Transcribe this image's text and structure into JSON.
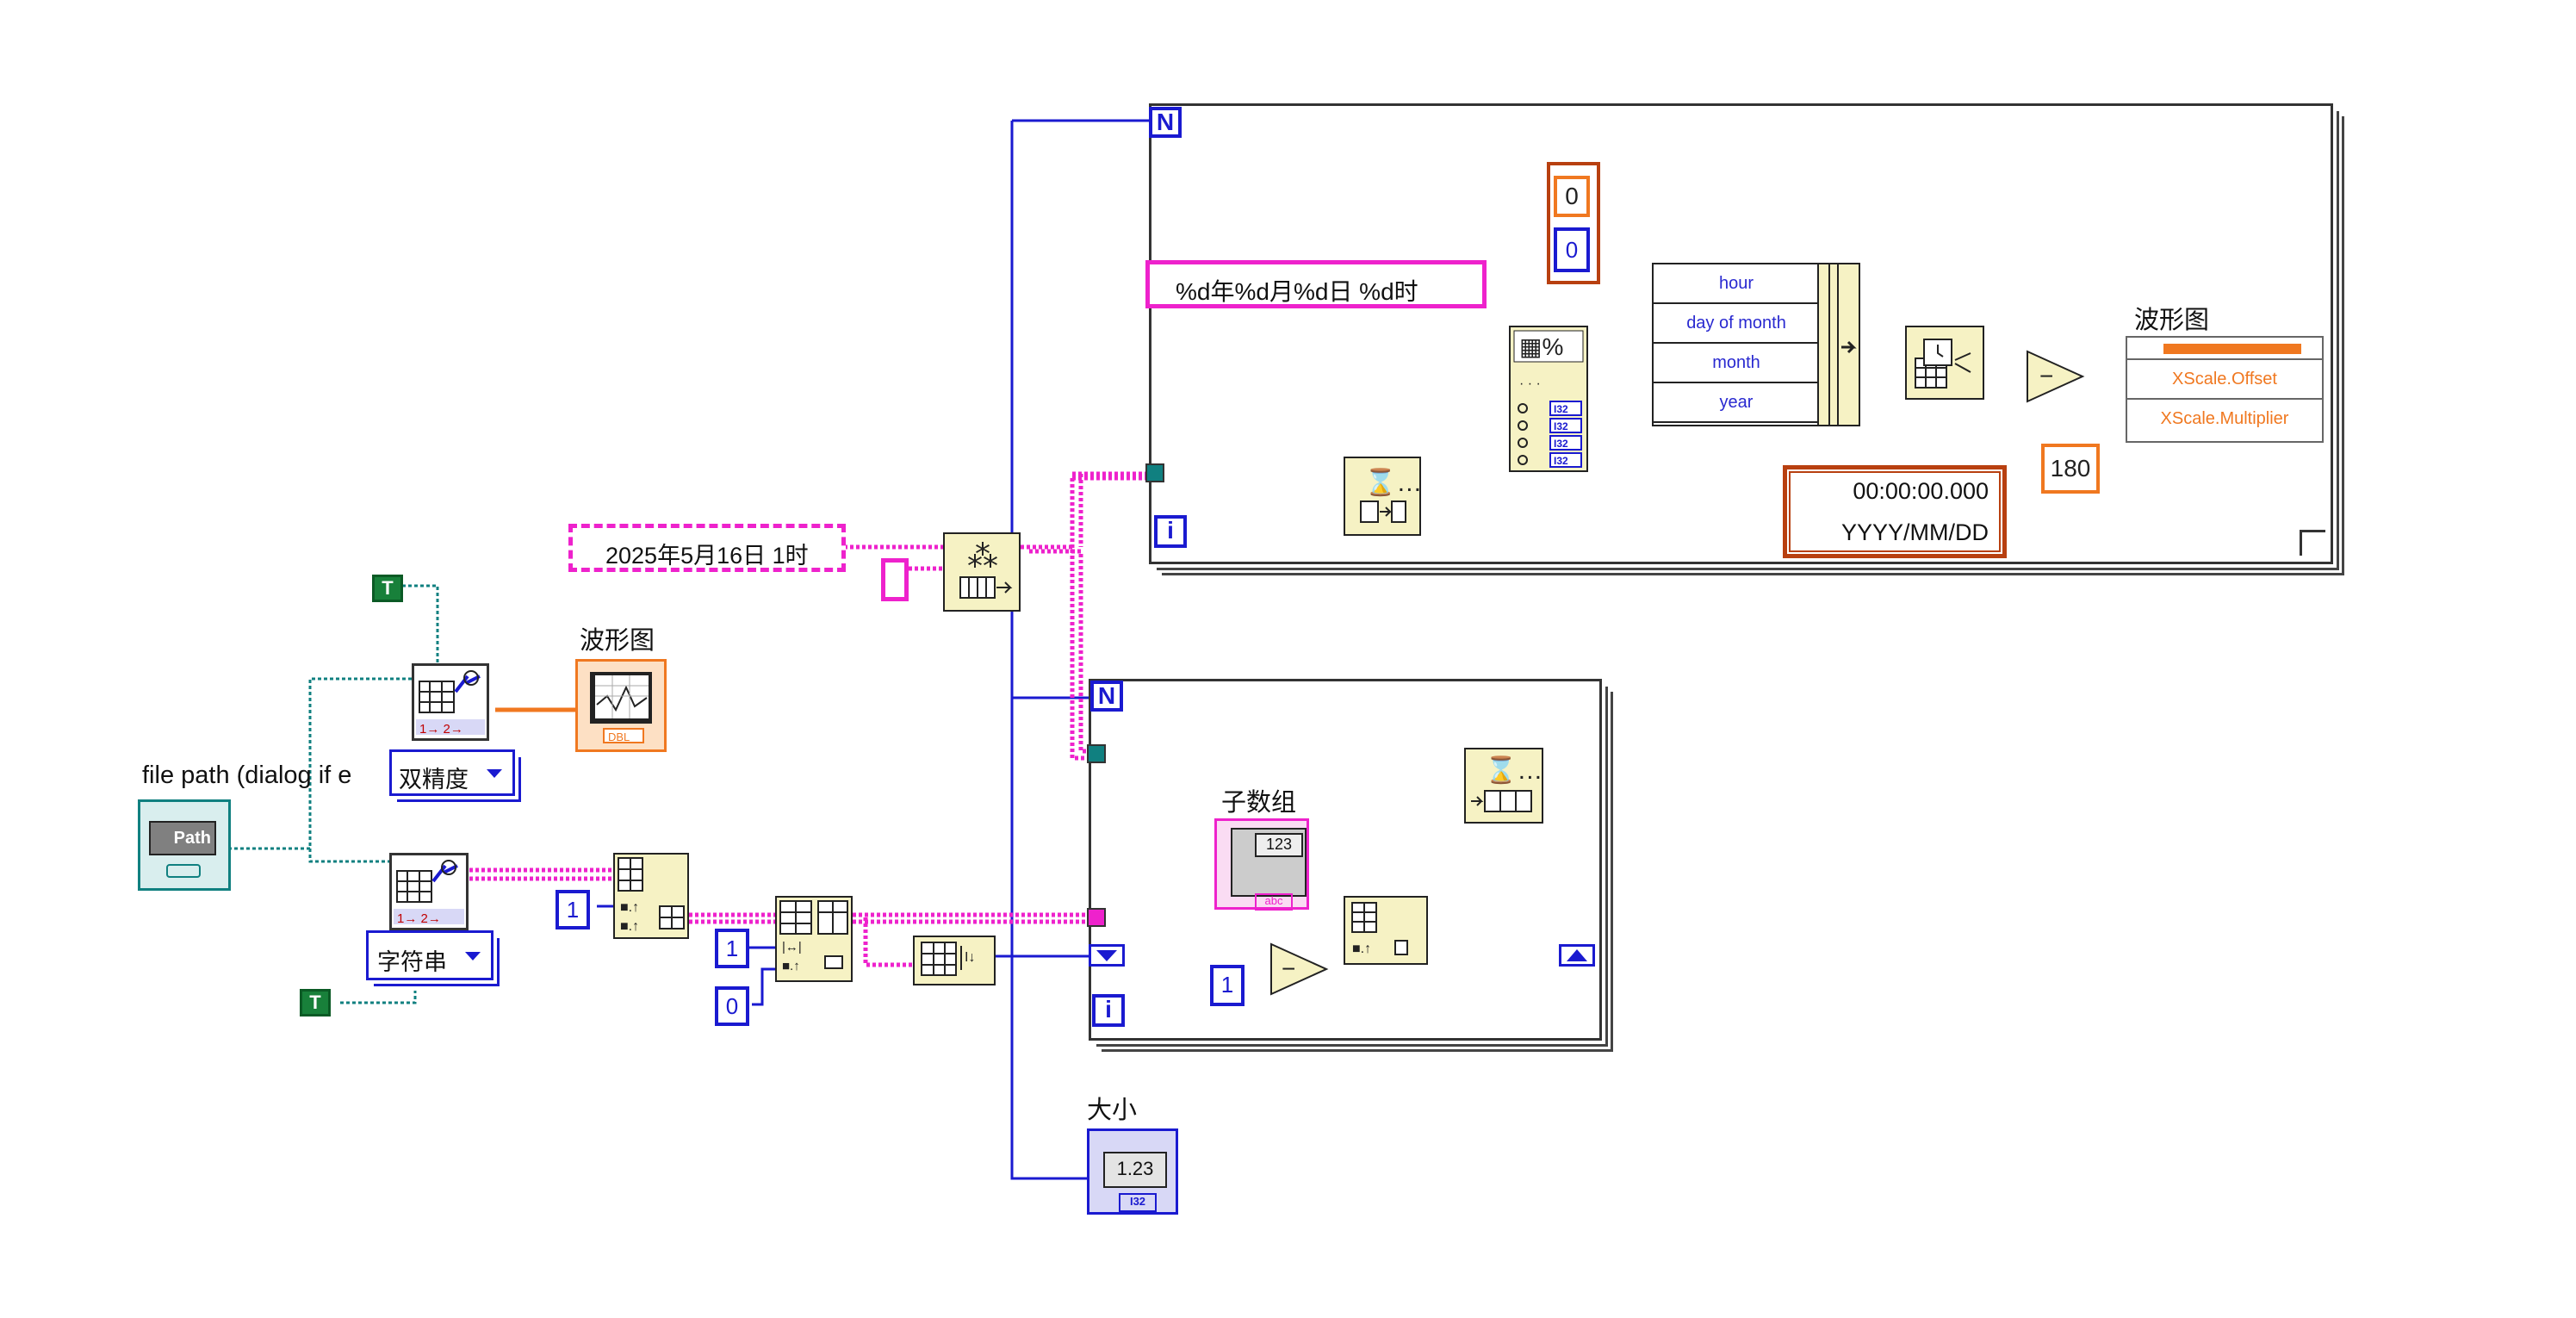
{
  "labels": {
    "file_path": "file path (dialog if e",
    "waveform_graph_left": "波形图",
    "waveform_graph_right": "波形图",
    "subarray": "子数组",
    "size": "大小",
    "path_label": "Path",
    "dbl_label": "DBL"
  },
  "constants": {
    "date_string": "2025年5月16日 1时",
    "format_string": "%d年%d月%d日 %d时",
    "zero_a": "0",
    "zero_b": "0",
    "one_a": "1",
    "one_b": "1",
    "zero_c": "0",
    "one_loop": "1",
    "value_180": "180",
    "time_display": "00:00:00.000",
    "date_format": "YYYY/MM/DD",
    "true_a": "T",
    "true_b": "T",
    "numeric_123": "1.23",
    "sub_123": "123",
    "abc_label": "abc",
    "i32_label": "I32"
  },
  "selectors": {
    "type_double": "双精度",
    "type_string": "字符串"
  },
  "bundle_fields": [
    "hour",
    "day of month",
    "month",
    "year"
  ],
  "property_node": {
    "fields": [
      "XScale.Offset",
      "XScale.Multiplier"
    ]
  },
  "loops": {
    "count_terminal": "N",
    "iteration_terminal": "i"
  },
  "colors": {
    "wire_blue": "#1a1ad0",
    "wire_pink": "#ee22cc",
    "wire_orange": "#f07820",
    "wire_teal": "#108080",
    "wire_brown": "#b84010",
    "function_bg": "#f6f2c4",
    "bool_green": "#18803a"
  },
  "icons": {
    "read_spreadsheet": "read-delimited-spreadsheet-icon",
    "waveform_graph": "waveform-graph-icon",
    "file_path_control": "path-control-icon",
    "index_array": "index-array-icon",
    "array_subset": "array-subset-icon",
    "array_size": "array-size-icon",
    "scan_from_string": "scan-from-string-icon",
    "build_array": "build-array-icon",
    "bundle": "bundle-icon",
    "to_timestamp": "to-timestamp-icon",
    "subtract": "subtract-icon",
    "shift_register": "shift-register-icon"
  }
}
